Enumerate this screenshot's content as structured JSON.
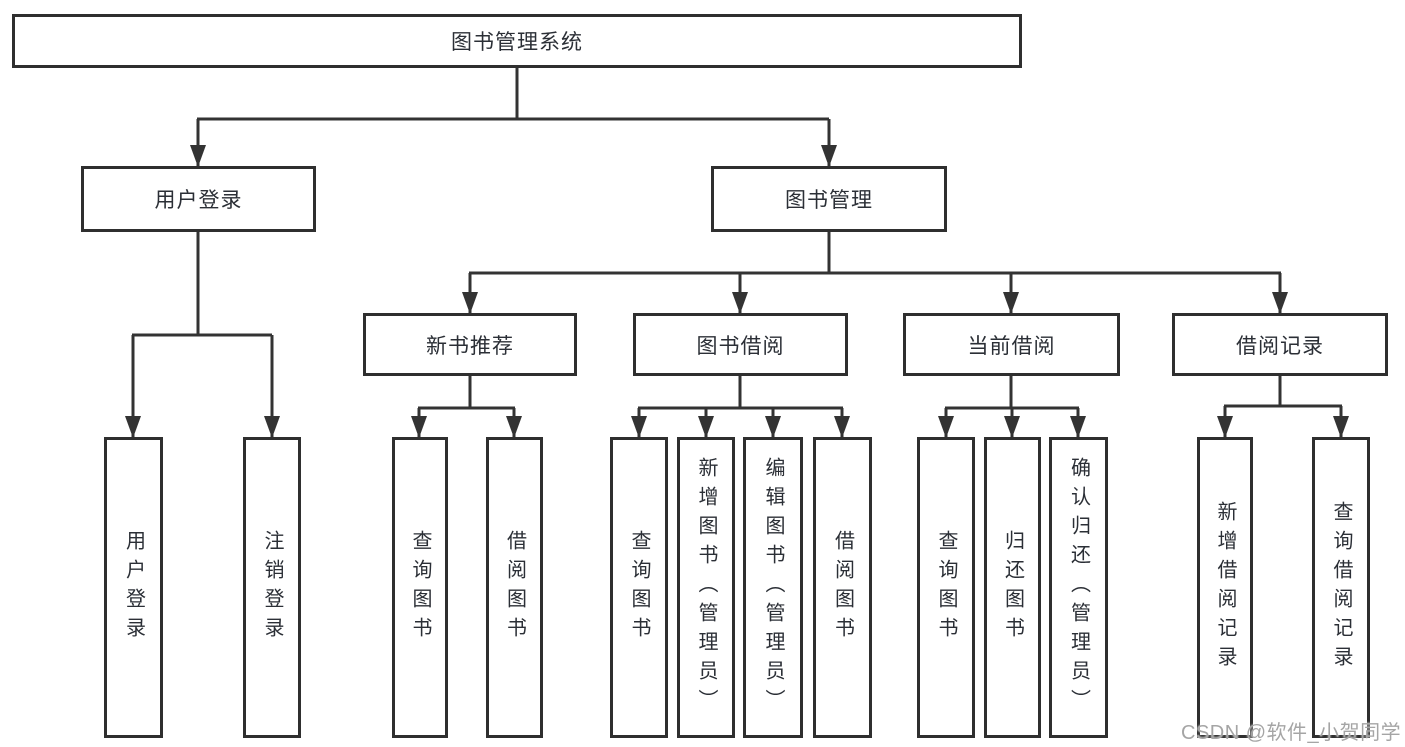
{
  "diagram": {
    "root_label": "图书管理系统",
    "level2": {
      "user_login": "用户登录",
      "book_management": "图书管理"
    },
    "level3": {
      "new_book_recommend": "新书推荐",
      "book_borrow": "图书借阅",
      "current_borrow": "当前借阅",
      "borrow_records": "借阅记录"
    },
    "leaves": {
      "user_login": "用户登录",
      "logout": "注销登录",
      "nb_query_books": "查询图书",
      "nb_borrow_books": "借阅图书",
      "bb_query_books": "查询图书",
      "bb_add_books": "新增图书（管理员）",
      "bb_edit_books": "编辑图书（管理员）",
      "bb_borrow_books": "借阅图书",
      "cb_query_books": "查询图书",
      "cb_return_books": "归还图书",
      "cb_confirm_return": "确认归还（管理员）",
      "br_add_record": "新增借阅记录",
      "br_query_record": "查询借阅记录"
    }
  },
  "watermark": {
    "text": "CSDN @软件_小贺同学"
  },
  "colors": {
    "line": "#333333",
    "border": "#2f2f2f",
    "text": "#2b2f36",
    "watermark": "#a5a5a5",
    "background": "#ffffff"
  }
}
